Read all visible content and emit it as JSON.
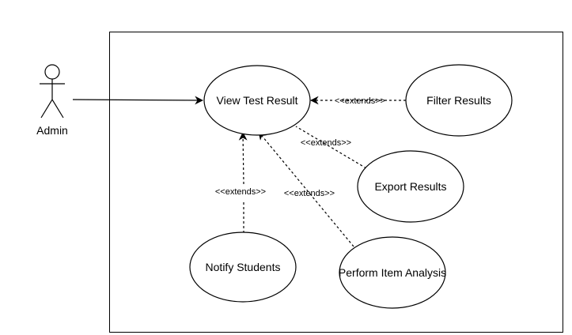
{
  "diagram": {
    "type": "use-case",
    "actor": {
      "name": "Admin"
    },
    "use_cases": {
      "view_test_result": "View Test Result",
      "filter_results": "Filter Results",
      "export_results": "Export Results",
      "notify_students": "Notify Students",
      "perform_item_analysis": "Perform Item Analysis"
    },
    "relations": {
      "admin_association": {
        "from": "Admin",
        "to": "View Test Result",
        "kind": "association"
      },
      "filter_extends": {
        "from": "Filter Results",
        "to": "View Test Result",
        "label": "<<extends>>"
      },
      "export_extends": {
        "from": "Export Results",
        "to": "View Test Result",
        "label": "<<extends>>"
      },
      "notify_extends": {
        "from": "Notify Students",
        "to": "View Test Result",
        "label": "<<extends>>"
      },
      "analysis_extends": {
        "from": "Perform Item Analysis",
        "to": "View Test Result",
        "label": "<<extends>>"
      }
    },
    "colors": {
      "stroke": "#000000",
      "fill": "#ffffff",
      "background": "#ffffff"
    }
  }
}
